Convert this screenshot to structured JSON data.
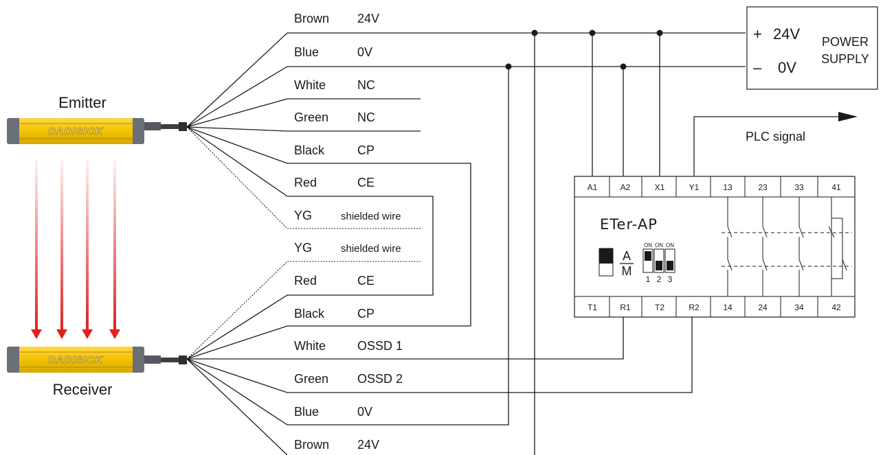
{
  "emitter": {
    "label": "Emitter",
    "brand": "DADISICK",
    "wires": [
      {
        "color": "Brown",
        "signal": "24V"
      },
      {
        "color": "Blue",
        "signal": "0V"
      },
      {
        "color": "White",
        "signal": "NC"
      },
      {
        "color": "Green",
        "signal": "NC"
      },
      {
        "color": "Black",
        "signal": "CP"
      },
      {
        "color": "Red",
        "signal": "CE"
      },
      {
        "color": "YG",
        "signal": "shielded wire"
      }
    ]
  },
  "receiver": {
    "label": "Receiver",
    "brand": "DADISICK",
    "wires": [
      {
        "color": "YG",
        "signal": "shielded wire"
      },
      {
        "color": "Red",
        "signal": "CE"
      },
      {
        "color": "Black",
        "signal": "CP"
      },
      {
        "color": "White",
        "signal": "OSSD 1"
      },
      {
        "color": "Green",
        "signal": "OSSD 2"
      },
      {
        "color": "Blue",
        "signal": "0V"
      },
      {
        "color": "Brown",
        "signal": "24V"
      }
    ]
  },
  "power_supply": {
    "title_line1": "POWER",
    "title_line2": "SUPPLY",
    "plus_sign": "+",
    "plus_value": "24V",
    "minus_sign": "–",
    "minus_value": "0V"
  },
  "plc_signal": "PLC signal",
  "relay": {
    "model": "ETer-AP",
    "top_terminals": [
      "A1",
      "A2",
      "X1",
      "Y1",
      "13",
      "23",
      "33",
      "41"
    ],
    "bottom_terminals": [
      "T1",
      "R1",
      "T2",
      "R2",
      "14",
      "24",
      "34",
      "42"
    ],
    "mode_auto": "A",
    "mode_manual": "M",
    "dip_on_label": "ON",
    "dip_numbers": [
      "1",
      "2",
      "3"
    ]
  },
  "colors": {
    "housing": "#f2c200",
    "housing_dark": "#c49a00",
    "end_cap": "#6b6f78",
    "beam": "#e02020"
  }
}
